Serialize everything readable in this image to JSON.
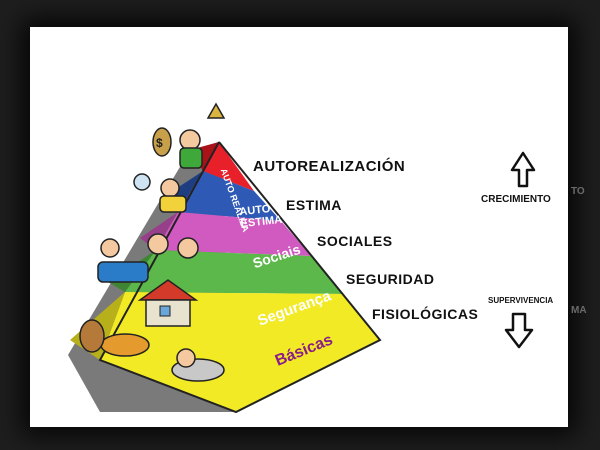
{
  "levels": [
    {
      "name": "AUTOREALIZACIÓN",
      "inner": [
        "AUTO",
        "REALIZA"
      ],
      "color": "#e8202a"
    },
    {
      "name": "ESTIMA",
      "inner": [
        "AUTO",
        "ESTIMA"
      ],
      "color": "#2e59b5"
    },
    {
      "name": "SOCIALES",
      "inner": [
        "Sociais"
      ],
      "color": "#d05ac0"
    },
    {
      "name": "SEGURIDAD",
      "inner": [
        "Segurança"
      ],
      "color": "#5cb84a"
    },
    {
      "name": "FISIOLÓGICAS",
      "inner": [
        "Básicas"
      ],
      "color": "#f2ea24"
    }
  ],
  "arrows": {
    "up_label": "CRECIMIENTO",
    "down_label": "SUPERVIVENCIA"
  },
  "background_fragments": [
    "TO",
    "MA"
  ]
}
